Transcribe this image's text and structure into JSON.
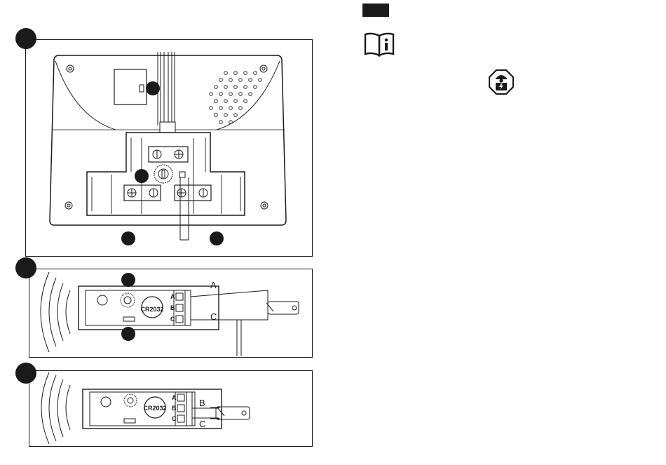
{
  "figure3": {
    "wire_top": "A",
    "wire_bottom": "C",
    "battery": "CR2032",
    "terminals": [
      "A",
      "B",
      "C"
    ]
  },
  "figure4": {
    "wire_top": "B",
    "wire_bottom": "C",
    "battery": "CR2032",
    "terminals": [
      "A",
      "B",
      "C"
    ]
  },
  "icons": [
    "badge-icon",
    "manual-info-icon",
    "electrician-icon"
  ]
}
